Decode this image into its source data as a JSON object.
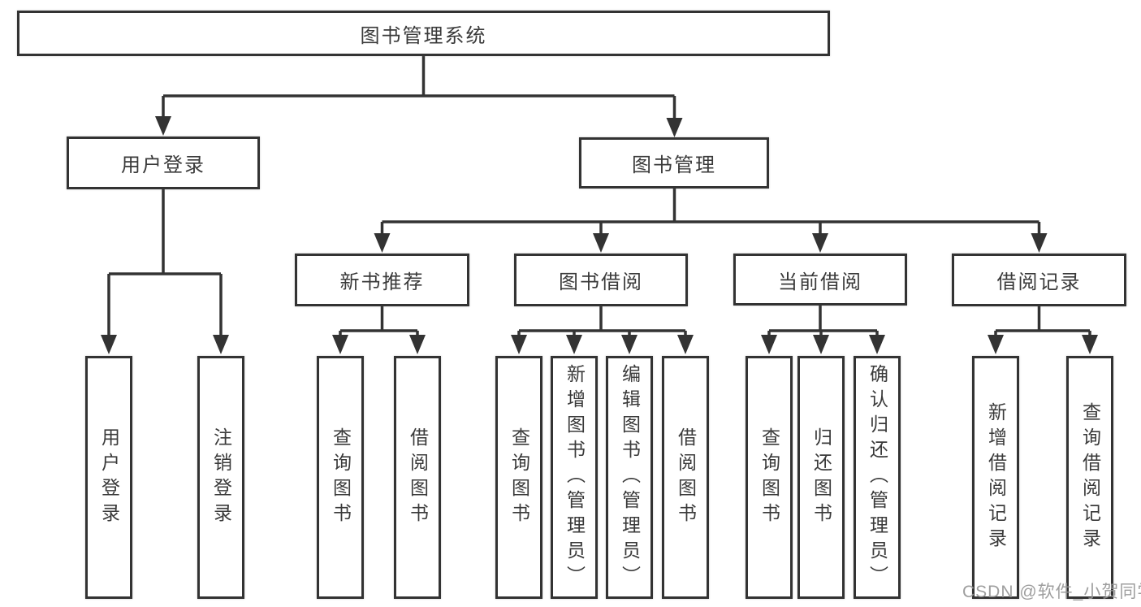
{
  "root": {
    "label": "图书管理系统"
  },
  "branches": {
    "user_login": {
      "label": "用户登录",
      "children": [
        "用户登录",
        "注销登录"
      ]
    },
    "book_management": {
      "label": "图书管理",
      "sections": {
        "new_book_recommendation": {
          "label": "新书推荐",
          "children": [
            "查询图书",
            "借阅图书"
          ]
        },
        "book_borrowing": {
          "label": "图书借阅",
          "children": [
            "查询图书",
            "新增图书（管理员）",
            "编辑图书（管理员）",
            "借阅图书"
          ]
        },
        "current_borrowing": {
          "label": "当前借阅",
          "children": [
            "查询图书",
            "归还图书",
            "确认归还（管理员）"
          ]
        },
        "borrowing_records": {
          "label": "借阅记录",
          "children": [
            "新增借阅记录",
            "查询借阅记录"
          ]
        }
      }
    }
  },
  "watermark": {
    "text": "CSDN @软件_小贺同学"
  },
  "colors": {
    "line": "#333333",
    "box_border": "#333333",
    "text": "#3a3a3a",
    "watermark": "#969696",
    "background": "#ffffff"
  }
}
